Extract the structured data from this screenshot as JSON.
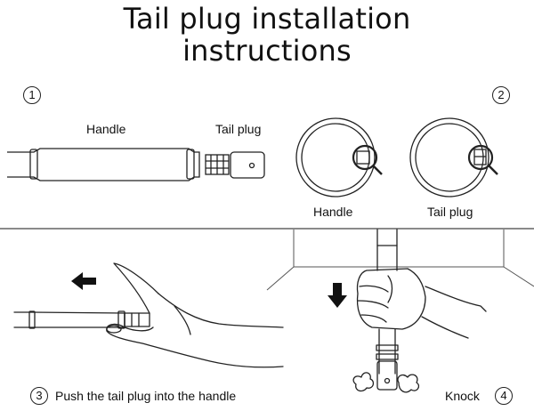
{
  "title": {
    "line1": "Tail plug installation",
    "line2": "instructions"
  },
  "steps": [
    {
      "number": "1",
      "labels": [
        "Handle",
        "Tail plug"
      ]
    },
    {
      "number": "2",
      "labels": [
        "Handle",
        "Tail plug"
      ]
    },
    {
      "number": "3",
      "caption": "Push the tail plug into the handle"
    },
    {
      "number": "4",
      "caption": "Knock"
    }
  ],
  "icons": {
    "step3_arrow": "arrow-left-icon",
    "step4_arrow": "arrow-down-icon",
    "magnifier": "magnifier-icon"
  }
}
